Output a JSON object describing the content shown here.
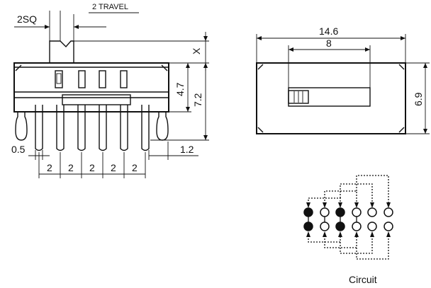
{
  "side_view": {
    "label_pitch_sq": "2SQ",
    "label_travel": "2 TRAVEL",
    "label_x": "X",
    "label_h1": "4.7",
    "label_h2": "7.2",
    "label_pin_w": "0.5",
    "label_right": "1.2",
    "pin_pitch_labels": [
      "2",
      "2",
      "2",
      "2",
      "2"
    ]
  },
  "top_view": {
    "label_length": "14.6",
    "label_inner": "8",
    "label_height": "6.9"
  },
  "circuit": {
    "label": "Circuit",
    "columns": 6,
    "rows": 2,
    "filled_columns": [
      0,
      2
    ]
  }
}
